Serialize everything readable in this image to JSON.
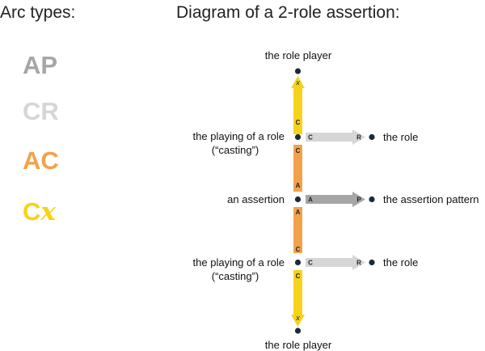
{
  "headings": {
    "arc_types": "Arc types:",
    "diagram": "Diagram of a 2-role assertion:"
  },
  "legend": [
    {
      "code": "AP",
      "color": "#a6a6a6"
    },
    {
      "code": "CR",
      "color": "#d6d6d6"
    },
    {
      "code": "AC",
      "color": "#f2a24a"
    },
    {
      "code": "Cx",
      "color": "#f7d21a"
    }
  ],
  "colors": {
    "AP": "#a6a6a6",
    "CR": "#d6d6d6",
    "AC": "#f2a24a",
    "Cx": "#f7d21a",
    "node": "#1b2a3a"
  },
  "nodes": {
    "top_role_player": "the role player",
    "upper_casting_line1": "the playing of a role",
    "upper_casting_line2": "(“casting”)",
    "upper_role": "the role",
    "assertion": "an assertion",
    "assertion_pattern": "the assertion pattern",
    "lower_casting_line1": "the playing of a role",
    "lower_casting_line2": "(“casting”)",
    "lower_role": "the role",
    "bottom_role_player": "the role player"
  },
  "arc_letters": {
    "C": "C",
    "A": "A",
    "R": "R",
    "P": "P",
    "x": "x"
  }
}
